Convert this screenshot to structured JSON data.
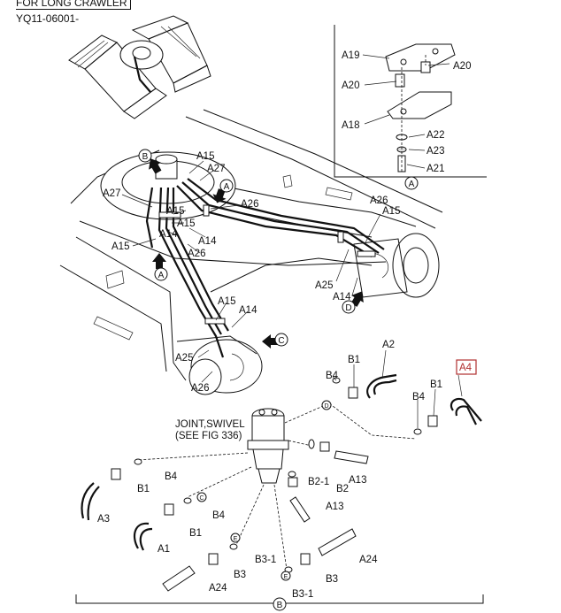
{
  "header": {
    "line1": "FOR LONG CRAWLER",
    "line2": "YQ11-06001-"
  },
  "detail_a": {
    "labels": [
      "A19",
      "A20",
      "A20",
      "A18",
      "A22",
      "A23",
      "A21"
    ],
    "callout": "A"
  },
  "main_view": {
    "labels": [
      "A15",
      "A27",
      "A27",
      "A26",
      "A15",
      "A15",
      "A14",
      "A15",
      "A14",
      "A26",
      "A26",
      "A15",
      "A25",
      "A14",
      "A15",
      "A14",
      "A25",
      "A26"
    ],
    "callouts": [
      "B",
      "A",
      "A",
      "D",
      "C"
    ]
  },
  "detail_b": {
    "highlighted_label": "A4",
    "joint_label_1": "JOINT,SWIVEL",
    "joint_label_2": "(SEE FIG 336)",
    "labels": [
      "B1",
      "A2",
      "B4",
      "B1",
      "B4",
      "A13",
      "B2-1",
      "B2",
      "A13",
      "B4",
      "B1",
      "A3",
      "B4",
      "B1",
      "A1",
      "B3-1",
      "A24",
      "B3",
      "A24",
      "B3",
      "B3-1"
    ],
    "callouts": [
      "D",
      "C",
      "E",
      "E"
    ],
    "bottom_callout": "B"
  }
}
